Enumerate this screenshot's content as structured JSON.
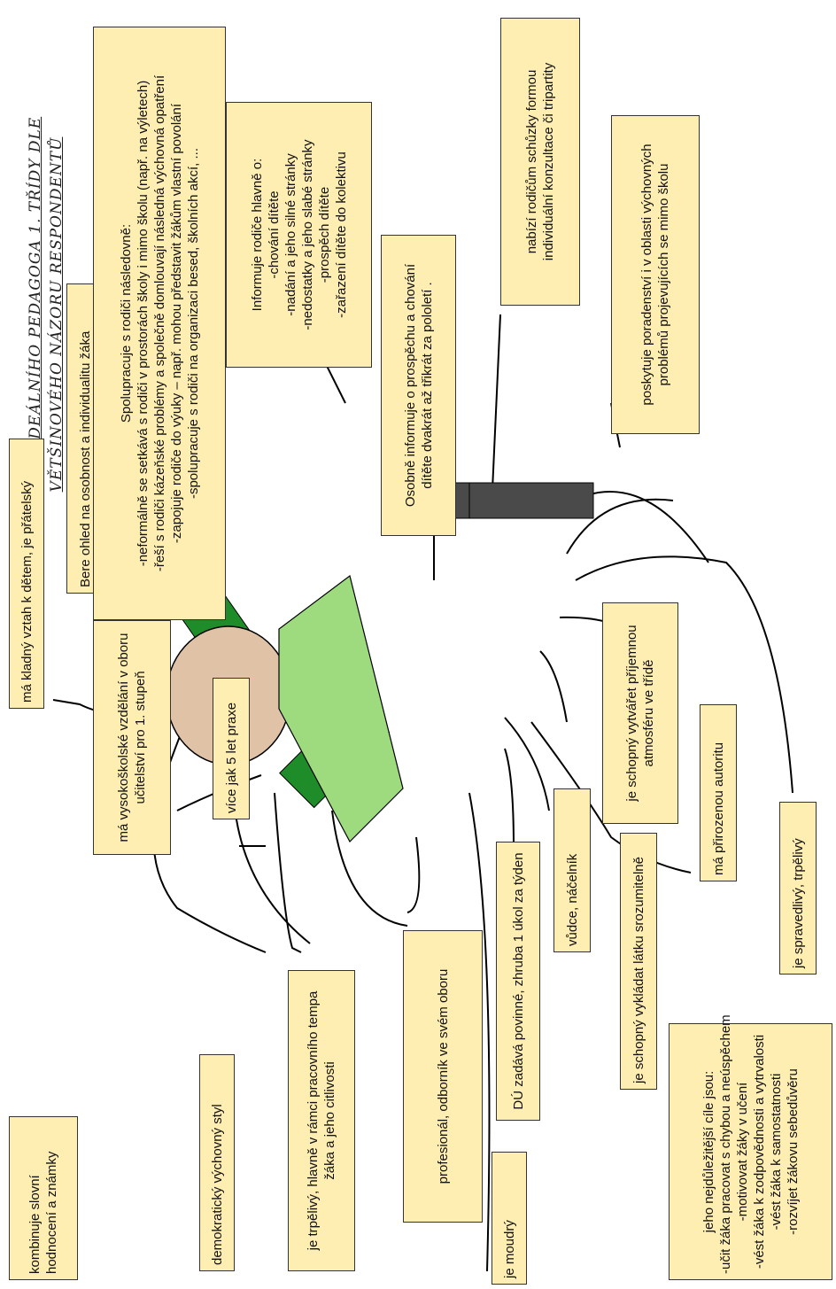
{
  "title": {
    "line1": "OBRAZ IDEÁLNÍHO PEDAGOGA 1. TŘÍDY DLE",
    "line2": "VĚTŠINOVÉHO NÁZORU RESPONDENTŮ"
  },
  "boxes": {
    "kombinuje": {
      "lines": [
        "kombinuje slovní",
        "hodnocení a známky"
      ]
    },
    "kladny": {
      "lines": [
        "má kladný vztah k dětem, je přátelský"
      ]
    },
    "bere": {
      "lines": [
        "Bere ohled na osobnost a individualitu žáka"
      ]
    },
    "vysokoskolske": {
      "lines": [
        "má vysokoškolské vzdělání v oboru",
        "učitelství pro 1. stupeň"
      ]
    },
    "demokraticky": {
      "lines": [
        "demokratický výchovný styl"
      ]
    },
    "vice": {
      "lines": [
        "více jak 5 let praxe"
      ]
    },
    "trpelivy": {
      "lines": [
        "je trpělivý, hlavně v rámci pracovního tempa",
        "žáka a jeho citlivosti"
      ]
    },
    "profesional": {
      "lines": [
        "profesionál, odborník ve svém oboru"
      ]
    },
    "moudry": {
      "lines": [
        "je moudrý"
      ]
    },
    "du": {
      "lines": [
        "DÚ zadává povinné, zhruba 1 úkol za týden"
      ]
    },
    "vudce": {
      "lines": [
        "vůdce, náčelník"
      ]
    },
    "vykladat": {
      "lines": [
        "je schopný vykládat látku srozumitelně"
      ]
    },
    "cile": {
      "lines": [
        "jeho nejdůležitější cíle jsou:",
        "-učit žáka pracovat s chybou a neúspěchem",
        "-motivovat žáky v učení",
        "-vést žáka k zodpovědnosti a vytrvalosti",
        "-vést žáka k samostatnosti",
        "-rozvíjet žákovu sebedůvěru"
      ]
    },
    "atmosfera": {
      "lines": [
        "je schopný vytvářet příjemnou",
        "atmosféru ve třídě"
      ]
    },
    "autorita": {
      "lines": [
        "má přirozenou autoritu"
      ]
    },
    "spravedlivy": {
      "lines": [
        "je spravedlivý, trpělivý"
      ]
    },
    "spolupracuje": {
      "lines": [
        "Spolupracuje s rodiči následovně:",
        "-neformálně se setkává s rodiči v prostorách školy i mimo školu (např. na výletech)",
        "-řeší s rodiči kázeňské problémy a společně domlouvají následná výchovná opatření",
        "-zapojuje rodiče do výuky – např. mohou představit žákům vlastní povolání",
        "-spolupracuje s rodiči na organizaci besed, školních akcí, ..."
      ]
    },
    "informuje": {
      "lines": [
        "Informuje rodiče hlavně o:",
        "-chování dítěte",
        "-nadání a jeho silné stránky",
        "-nedostatky a jeho slabé stránky",
        "-prospěch dítěte",
        "-zařazení dítěte do kolektivu"
      ]
    },
    "osobne": {
      "lines": [
        "Osobně informuje o prospěchu a chování",
        "dítěte dvakrát až třikrát za pololetí ."
      ]
    },
    "nabizi": {
      "lines": [
        "nabízí rodičům schůzky formou",
        "individuální konzultace či tripartity"
      ]
    },
    "poskytuje": {
      "lines": [
        "poskytuje poradenství i v oblasti výchovných",
        "problémů projevujících se mimo školu"
      ]
    }
  },
  "colors": {
    "box_fill": "#ffeeb2",
    "head": "#e0c3a6",
    "body": "#9ddb7e",
    "arms": "#1f8c2a",
    "legs": "#4a4a4a"
  }
}
